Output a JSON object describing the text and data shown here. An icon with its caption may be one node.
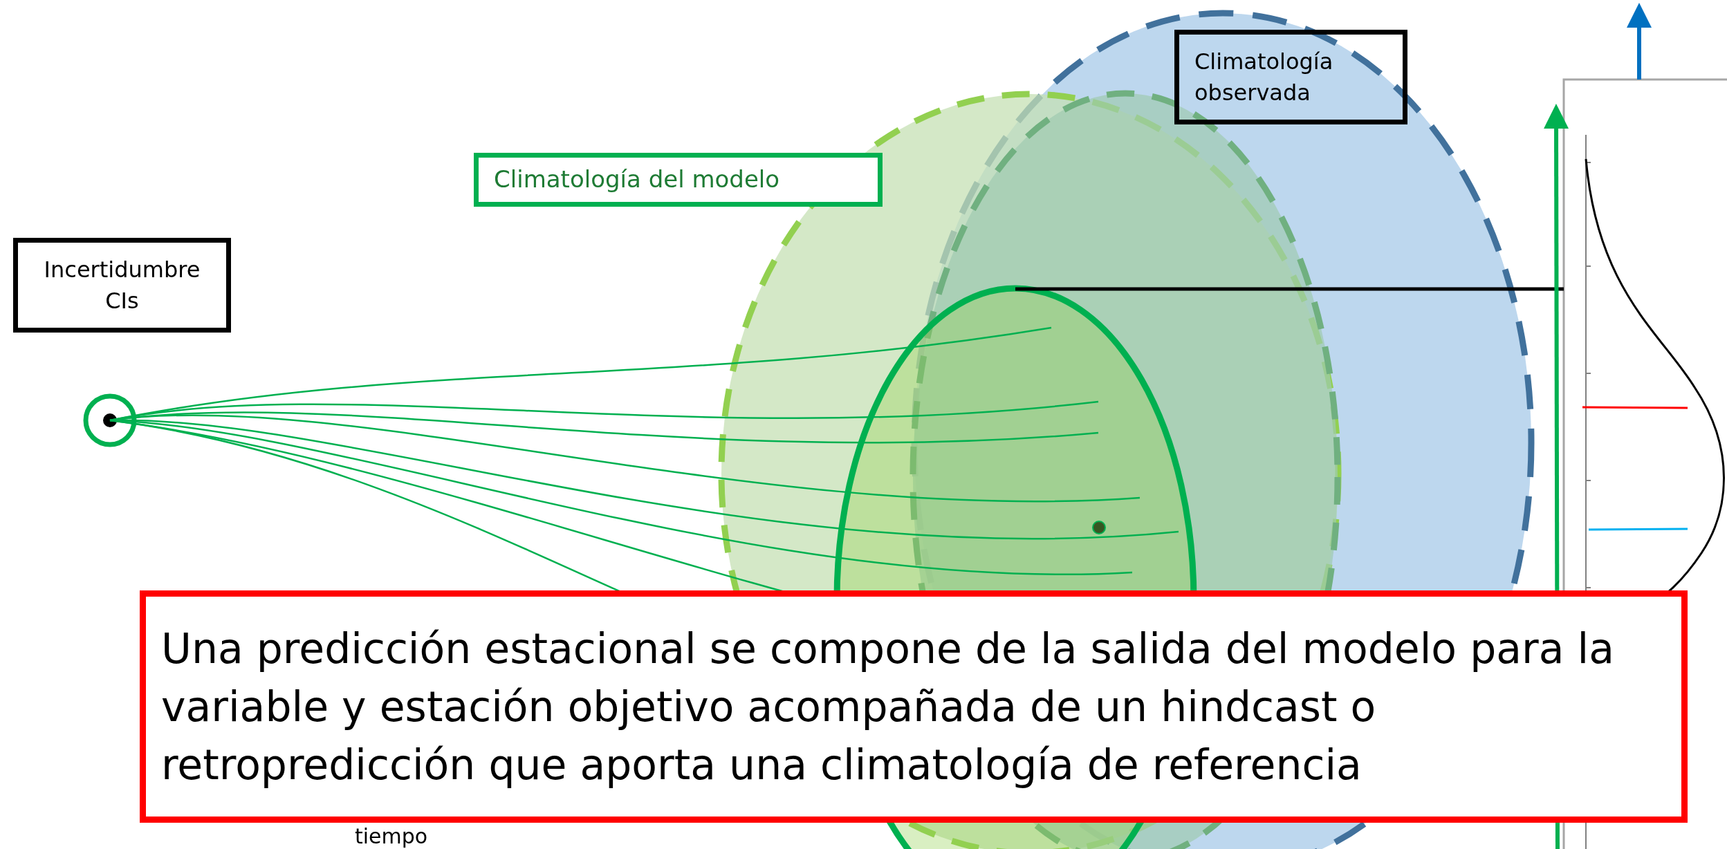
{
  "diagram": {
    "nodes": [
      {
        "text": [
          "Climatología observada"
        ]
      },
      {
        "text": [
          "Climatología del modelo"
        ]
      },
      {
        "text": [
          "Incertidumbre CIs"
        ]
      },
      {
        "text": [
          "Una predicción estacional se compone de la salida del modelo para la variable y estación objetivo acompañada de un hindcast o retropredicción que aporta una climatología de referencia"
        ]
      }
    ],
    "labels": [
      "tiempo"
    ]
  }
}
